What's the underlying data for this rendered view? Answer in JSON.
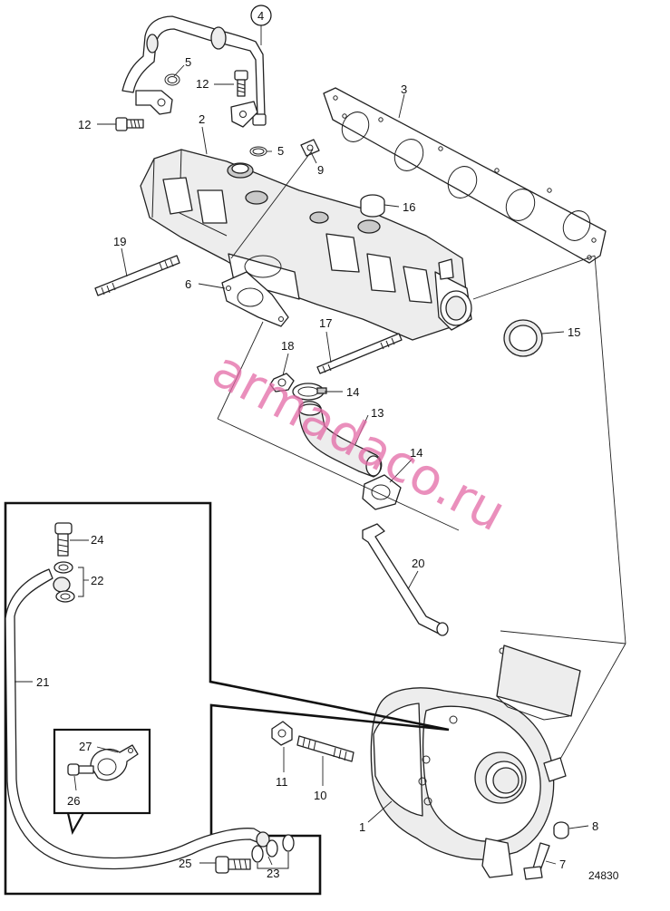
{
  "callouts": {
    "c1": "1",
    "c2": "2",
    "c3": "3",
    "c4": "4",
    "c5a": "5",
    "c5b": "5",
    "c6": "6",
    "c7": "7",
    "c8": "8",
    "c9": "9",
    "c10": "10",
    "c11": "11",
    "c12a": "12",
    "c12b": "12",
    "c13": "13",
    "c14a": "14",
    "c14b": "14",
    "c15": "15",
    "c16": "16",
    "c17": "17",
    "c18": "18",
    "c19": "19",
    "c20": "20",
    "c21": "21",
    "c22": "22",
    "c23": "23",
    "c24": "24",
    "c25": "25",
    "c26": "26",
    "c27": "27"
  },
  "watermark": "armadaco.ru",
  "drawing_number": "24830"
}
